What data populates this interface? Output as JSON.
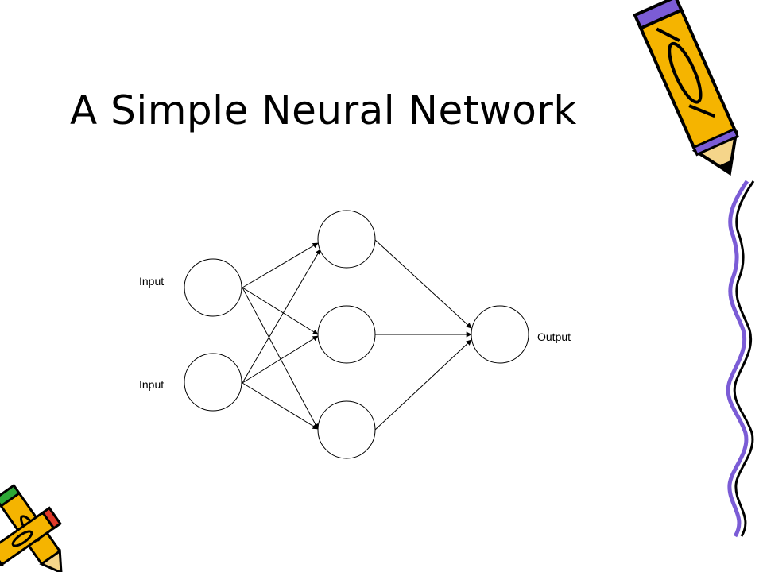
{
  "slide": {
    "title": "A Simple Neural Network"
  },
  "diagram": {
    "input_labels": [
      "Input",
      "Input"
    ],
    "output_label": "Output",
    "layers": {
      "input_nodes": 2,
      "hidden_nodes": 3,
      "output_nodes": 1
    }
  },
  "decorations": {
    "top_right": "pencil-icon",
    "bottom_left": "pencils-icon",
    "right_edge": "squiggle-border",
    "colors": {
      "pencil_body": "#f5b400",
      "pencil_tip": "#7b5cd6",
      "pencil_eraser": "#e03a2a",
      "pencil_cap": "#2da836"
    }
  }
}
